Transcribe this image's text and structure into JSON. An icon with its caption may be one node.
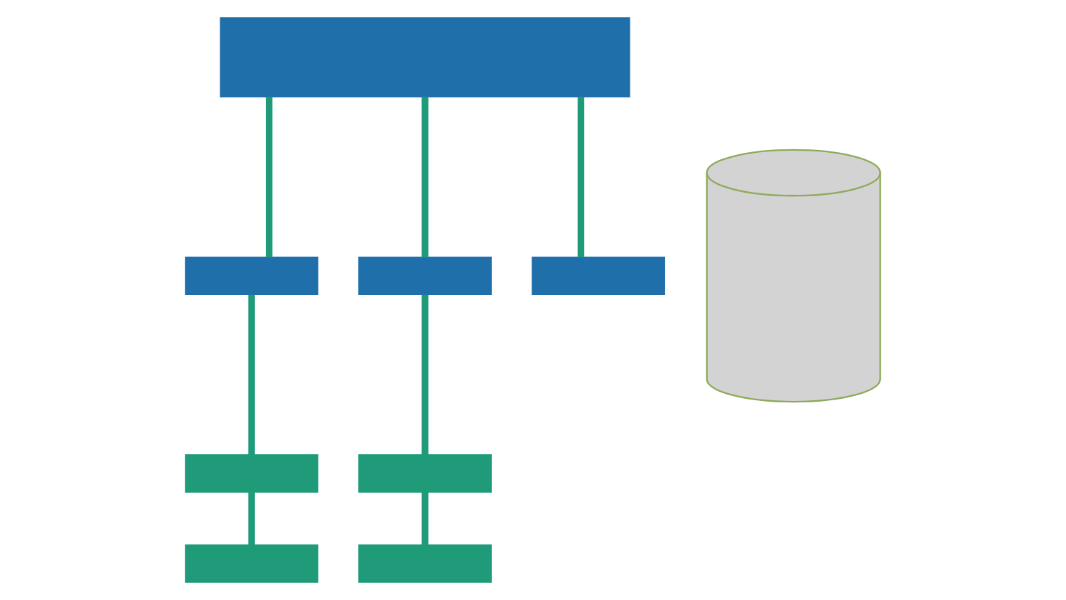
{
  "diagram": {
    "nodes": [
      {
        "text": [],
        "shape": "box"
      },
      {
        "text": [],
        "shape": "box"
      },
      {
        "text": [],
        "shape": "box"
      },
      {
        "text": [],
        "shape": "box"
      },
      {
        "text": [],
        "shape": "box"
      },
      {
        "text": [],
        "shape": "box"
      },
      {
        "text": [],
        "shape": "box"
      },
      {
        "text": [],
        "shape": "box"
      },
      {
        "text": [],
        "shape": "cylinder"
      }
    ],
    "edges": [
      {
        "from": 0,
        "to": 1,
        "arrow": "none"
      },
      {
        "from": 0,
        "to": 2,
        "arrow": "none"
      },
      {
        "from": 0,
        "to": 3,
        "arrow": "none"
      },
      {
        "from": 1,
        "to": 4,
        "arrow": "none"
      },
      {
        "from": 2,
        "to": 5,
        "arrow": "none"
      },
      {
        "from": 4,
        "to": 6,
        "arrow": "none"
      },
      {
        "from": 5,
        "to": 7,
        "arrow": "none"
      }
    ]
  }
}
